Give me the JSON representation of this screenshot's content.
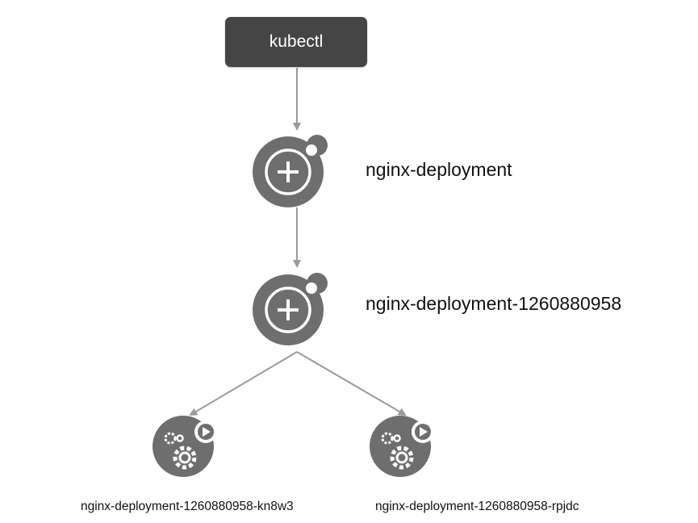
{
  "diagram": {
    "root": {
      "label": "kubectl"
    },
    "deployment": {
      "label": "nginx-deployment",
      "icon": "deployment-icon"
    },
    "replicaset": {
      "label": "nginx-deployment-1260880958",
      "icon": "deployment-icon"
    },
    "pods": [
      {
        "label": "nginx-deployment-1260880958-kn8w3",
        "icon": "pod-gears-icon"
      },
      {
        "label": "nginx-deployment-1260880958-rpjdc",
        "icon": "pod-gears-icon"
      }
    ],
    "edges": [
      {
        "from": "kubectl",
        "to": "nginx-deployment"
      },
      {
        "from": "nginx-deployment",
        "to": "nginx-deployment-1260880958"
      },
      {
        "from": "nginx-deployment-1260880958",
        "to": "nginx-deployment-1260880958-kn8w3"
      },
      {
        "from": "nginx-deployment-1260880958",
        "to": "nginx-deployment-1260880958-rpjdc"
      }
    ],
    "colors": {
      "root_fill": "#454545",
      "root_text": "#ffffff",
      "icon_fill": "#6e6e6e",
      "icon_detail": "#ffffff",
      "edge": "#999999"
    }
  }
}
